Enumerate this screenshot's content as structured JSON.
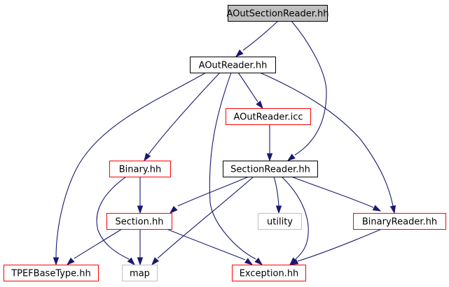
{
  "colors": {
    "edge": "#191970",
    "root_fill": "#bfbfbf",
    "root_border": "#000000",
    "normal_border": "#000000",
    "incomplete_border": "#ff0000",
    "external_border": "#bfbfbf",
    "external_text": "#3f3f3f",
    "background": "#ffffff"
  },
  "nodes": [
    {
      "id": "aoutsectionreader",
      "label": "AOutSectionReader.hh",
      "kind": "root"
    },
    {
      "id": "aoutreader",
      "label": "AOutReader.hh",
      "kind": "normal"
    },
    {
      "id": "aoutreadericc",
      "label": "AOutReader.icc",
      "kind": "incomplete"
    },
    {
      "id": "binary",
      "label": "Binary.hh",
      "kind": "incomplete"
    },
    {
      "id": "sectionreader",
      "label": "SectionReader.hh",
      "kind": "normal"
    },
    {
      "id": "section",
      "label": "Section.hh",
      "kind": "incomplete"
    },
    {
      "id": "utility",
      "label": "utility",
      "kind": "external"
    },
    {
      "id": "binaryreader",
      "label": "BinaryReader.hh",
      "kind": "incomplete"
    },
    {
      "id": "tpefbasetype",
      "label": "TPEFBaseType.hh",
      "kind": "incomplete"
    },
    {
      "id": "map",
      "label": "map",
      "kind": "external"
    },
    {
      "id": "exception",
      "label": "Exception.hh",
      "kind": "incomplete"
    }
  ],
  "edges": [
    {
      "from": "aoutsectionreader",
      "to": "aoutreader"
    },
    {
      "from": "aoutsectionreader",
      "to": "sectionreader"
    },
    {
      "from": "aoutreader",
      "to": "aoutreadericc"
    },
    {
      "from": "aoutreader",
      "to": "binary"
    },
    {
      "from": "aoutreader",
      "to": "tpefbasetype"
    },
    {
      "from": "aoutreader",
      "to": "exception"
    },
    {
      "from": "aoutreader",
      "to": "binaryreader"
    },
    {
      "from": "aoutreadericc",
      "to": "sectionreader"
    },
    {
      "from": "binary",
      "to": "section"
    },
    {
      "from": "binary",
      "to": "map"
    },
    {
      "from": "sectionreader",
      "to": "section"
    },
    {
      "from": "sectionreader",
      "to": "map"
    },
    {
      "from": "sectionreader",
      "to": "utility"
    },
    {
      "from": "sectionreader",
      "to": "exception"
    },
    {
      "from": "sectionreader",
      "to": "binaryreader"
    },
    {
      "from": "section",
      "to": "tpefbasetype"
    },
    {
      "from": "section",
      "to": "map"
    },
    {
      "from": "section",
      "to": "exception"
    },
    {
      "from": "binaryreader",
      "to": "exception"
    }
  ]
}
